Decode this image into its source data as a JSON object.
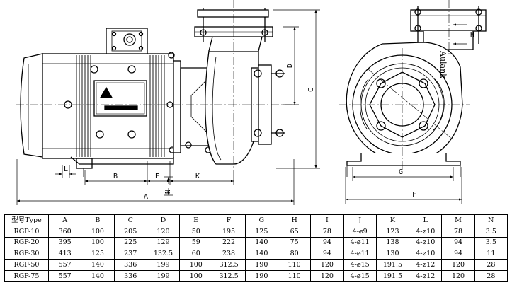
{
  "drawing": {
    "labels": {
      "A": "A",
      "B": "B",
      "C": "C",
      "D": "D",
      "E": "E",
      "F": "F",
      "G": "G",
      "H": "H",
      "K": "K",
      "L": "L",
      "N": "N"
    },
    "brand_mark": "Aulank"
  },
  "table": {
    "columns": [
      "型号Type",
      "A",
      "B",
      "C",
      "D",
      "E",
      "F",
      "G",
      "H",
      "I",
      "J",
      "K",
      "L",
      "M",
      "N"
    ],
    "rows": [
      [
        "RGP-10",
        "360",
        "100",
        "205",
        "120",
        "50",
        "195",
        "125",
        "65",
        "78",
        "4-⌀9",
        "123",
        "4-⌀10",
        "78",
        "3.5"
      ],
      [
        "RGP-20",
        "395",
        "100",
        "225",
        "129",
        "59",
        "222",
        "140",
        "75",
        "94",
        "4-⌀11",
        "138",
        "4-⌀10",
        "94",
        "3.5"
      ],
      [
        "RGP-30",
        "413",
        "125",
        "237",
        "132.5",
        "60",
        "238",
        "140",
        "80",
        "94",
        "4-⌀11",
        "130",
        "4-⌀10",
        "94",
        "11"
      ],
      [
        "RGP-50",
        "557",
        "140",
        "336",
        "199",
        "100",
        "312.5",
        "190",
        "110",
        "120",
        "4-⌀15",
        "191.5",
        "4-⌀12",
        "120",
        "28"
      ],
      [
        "RGP-75",
        "557",
        "140",
        "336",
        "199",
        "100",
        "312.5",
        "190",
        "110",
        "120",
        "4-⌀15",
        "191.5",
        "4-⌀12",
        "120",
        "28"
      ]
    ]
  }
}
